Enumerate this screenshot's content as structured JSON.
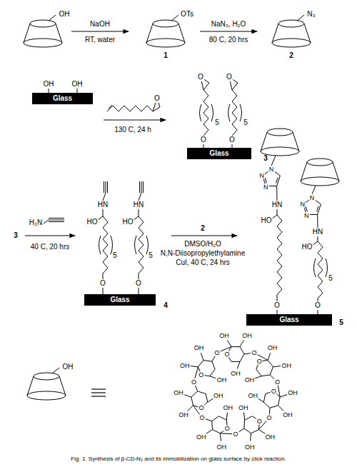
{
  "diagram": {
    "caption": "Fig. 1. Synthesis of β-CD-N₃ and its immobilization on glass surface by click reaction.",
    "nodes": [
      {
        "text": [
          "Glass"
        ]
      },
      {
        "text": [
          "Glass"
        ]
      },
      {
        "text": [
          "Glass"
        ]
      },
      {
        "text": [
          "Glass"
        ]
      }
    ],
    "labels": [
      "OH",
      "NaOH",
      "RT, water",
      "OTs",
      "1",
      "NaN₃, H₂O",
      "80 C, 20 hrs",
      "N₃",
      "2",
      "OH",
      "OH",
      "O",
      "130 C, 24 h",
      "O",
      "5",
      "O",
      "O",
      "5",
      "O",
      "3",
      "3",
      "H₂N",
      "40 C, 20 hrs",
      "HN",
      "HO",
      "5",
      "O",
      "HN",
      "HO",
      "5",
      "O",
      "4",
      "2",
      "DMSO/H₂O",
      "N,N-Diisopropylethylamine",
      "CuI, 40 C, 24 hrs",
      "N",
      "N",
      "N",
      "HN",
      "HO",
      "O",
      "N",
      "N",
      "N",
      "HN",
      "HO",
      "5",
      "O",
      "5",
      "OH",
      "O",
      "O",
      "OH",
      "OH",
      "OH",
      "O",
      "O",
      "OH",
      "OH",
      "OH",
      "O",
      "O",
      "OH",
      "OH",
      "OH",
      "O",
      "O",
      "OH",
      "OH",
      "OH",
      "O",
      "O",
      "OH",
      "OH",
      "OH",
      "O",
      "O",
      "OH",
      "OH",
      "OH",
      "O",
      "O",
      "OH",
      "OH",
      "OH"
    ]
  }
}
